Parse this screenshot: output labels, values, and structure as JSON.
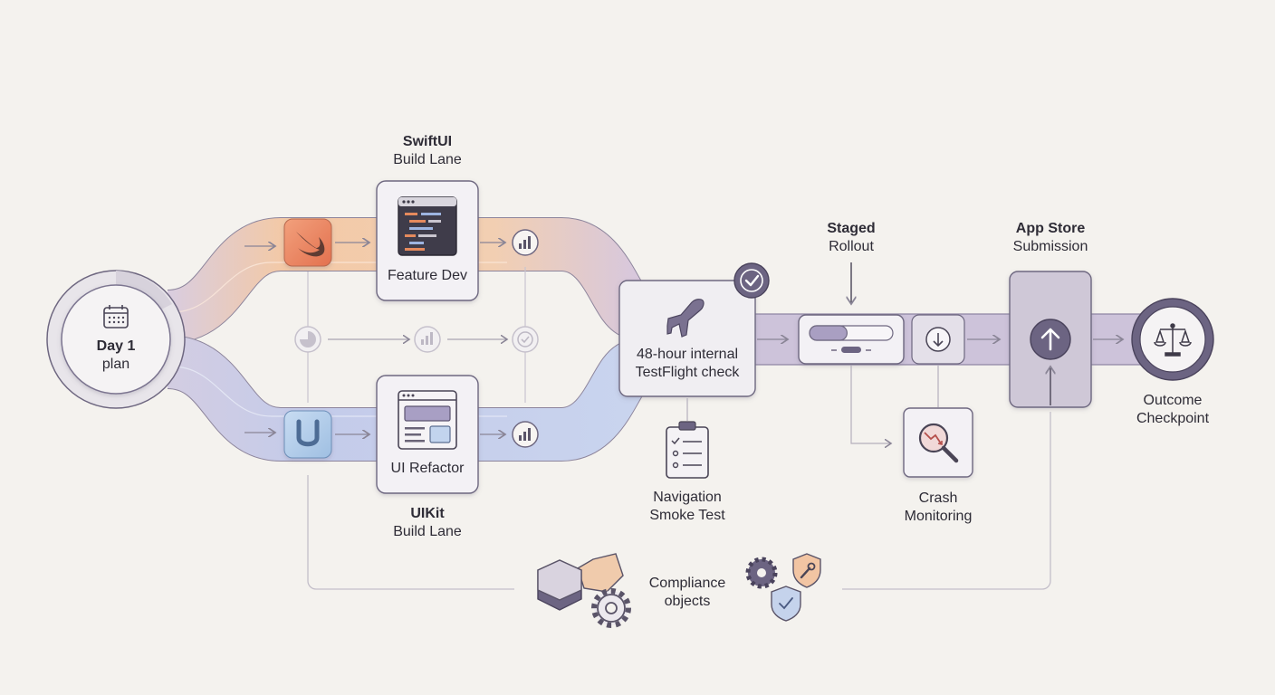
{
  "start": {
    "line1": "Day 1",
    "line2": "plan",
    "icon": "calendar-icon"
  },
  "lanes": {
    "swiftui": {
      "title": "SwiftUI",
      "subtitle": "Build Lane",
      "card": "Feature Dev",
      "badge_icon": "swift-logo-icon"
    },
    "uikit": {
      "title": "UIKit",
      "subtitle": "Build Lane",
      "card": "UI Refactor",
      "badge_icon": "uikit-logo-icon"
    }
  },
  "testflight": {
    "line1": "48-hour internal",
    "line2": "TestFlight check",
    "icon": "airplane-icon"
  },
  "smoke_test": {
    "line1": "Navigation",
    "line2": "Smoke Test",
    "icon": "clipboard-checklist-icon"
  },
  "staged_rollout": {
    "title": "Staged",
    "subtitle": "Rollout",
    "progress": 0.45
  },
  "crash_monitoring": {
    "line1": "Crash",
    "line2": "Monitoring",
    "icon": "magnifier-downtrend-icon"
  },
  "app_store": {
    "title": "App Store",
    "subtitle": "Submission",
    "icon": "upload-arrow-icon"
  },
  "outcome": {
    "line1": "Outcome",
    "line2": "Checkpoint",
    "icon": "balance-scale-icon"
  },
  "compliance": {
    "line1": "Compliance",
    "line2": "objects"
  },
  "colors": {
    "swift_lane": "#f0c9a8",
    "uikit_lane": "#c2c9e8",
    "main_track": "#cfc6dc",
    "accent_purple": "#6c6482",
    "card_fill": "#f3f1f5",
    "background": "#f4f2ee"
  }
}
